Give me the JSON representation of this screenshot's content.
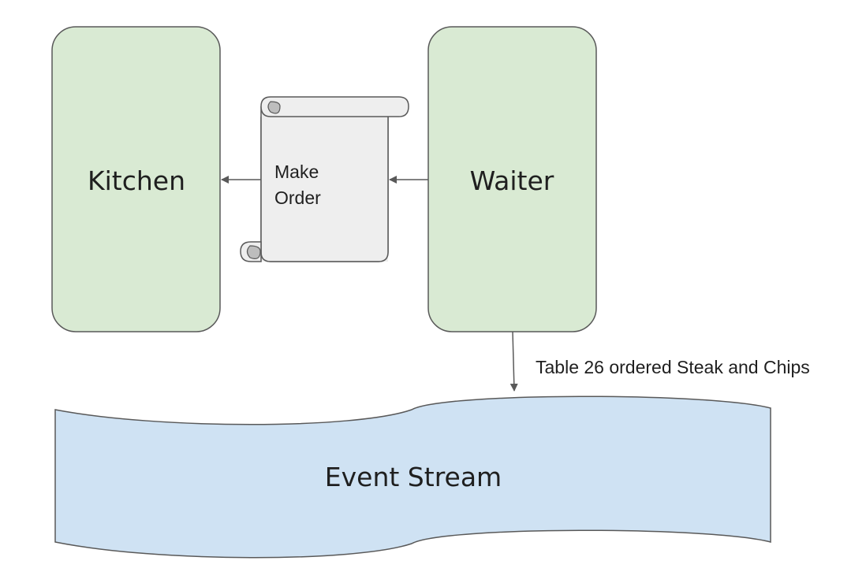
{
  "colors": {
    "node_fill": "#d9ead3",
    "node_stroke": "#595959",
    "scroll_fill": "#eeeeee",
    "scroll_curl": "#bdbdbd",
    "stream_fill": "#cfe2f3",
    "arrow": "#595959",
    "text": "#1f1f1f"
  },
  "nodes": {
    "kitchen": {
      "label": "Kitchen"
    },
    "waiter": {
      "label": "Waiter"
    },
    "order": {
      "line1": "Make",
      "line2": "Order"
    },
    "stream": {
      "label": "Event Stream"
    }
  },
  "edges": {
    "waiter_to_stream": {
      "label": "Table 26 ordered Steak and Chips"
    }
  }
}
